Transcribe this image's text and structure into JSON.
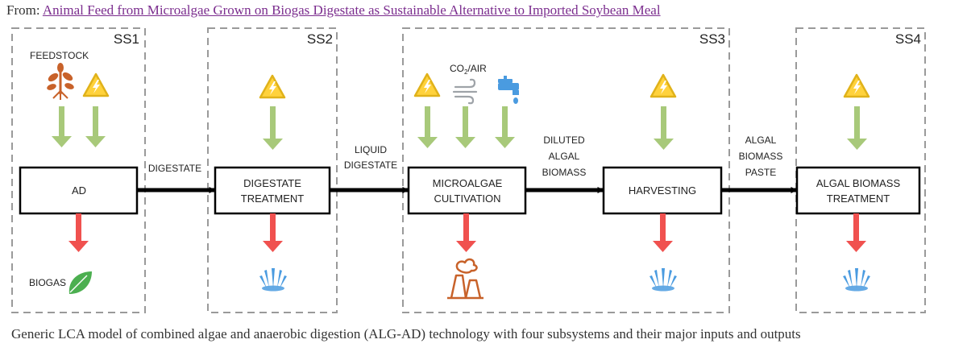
{
  "header": {
    "from_label": "From:",
    "source_title": "Animal Feed from Microalgae Grown on Biogas Digestate as Sustainable Alternative to Imported Soybean Meal"
  },
  "caption": "Generic LCA model of combined algae and anaerobic digestion (ALG-AD) technology with four subsystems and their major inputs and outputs",
  "subsystems": [
    "SS1",
    "SS2",
    "SS3",
    "SS4"
  ],
  "inputs": {
    "feedstock": "FEEDSTOCK",
    "co2_prefix": "CO",
    "co2_sub": "2",
    "co2_suffix": "/AIR"
  },
  "processes": {
    "ad": "AD",
    "digestate_treatment_1": "DIGESTATE",
    "digestate_treatment_2": "TREATMENT",
    "microalgae_cultivation_1": "MICROALGAE",
    "microalgae_cultivation_2": "CULTIVATION",
    "harvesting": "HARVESTING",
    "algal_biomass_treatment_1": "ALGAL BIOMASS",
    "algal_biomass_treatment_2": "TREATMENT"
  },
  "flows": {
    "digestate": "DIGESTATE",
    "liquid_digestate_1": "LIQUID",
    "liquid_digestate_2": "DIGESTATE",
    "diluted_algal_biomass_1": "DILUTED",
    "diluted_algal_biomass_2": "ALGAL",
    "diluted_algal_biomass_3": "BIOMASS",
    "algal_biomass_paste_1": "ALGAL",
    "algal_biomass_paste_2": "BIOMASS",
    "algal_biomass_paste_3": "PASTE"
  },
  "outputs": {
    "biogas": "BIOGAS"
  },
  "colors": {
    "input_arrow": "#a8c97a",
    "output_arrow": "#f0514f",
    "energy_yellow": "#ffd23c",
    "feedstock_brown": "#c8622a",
    "water_blue": "#4a9be0",
    "leaf_green": "#4caf50",
    "dashed_border": "#9a9a9a"
  }
}
